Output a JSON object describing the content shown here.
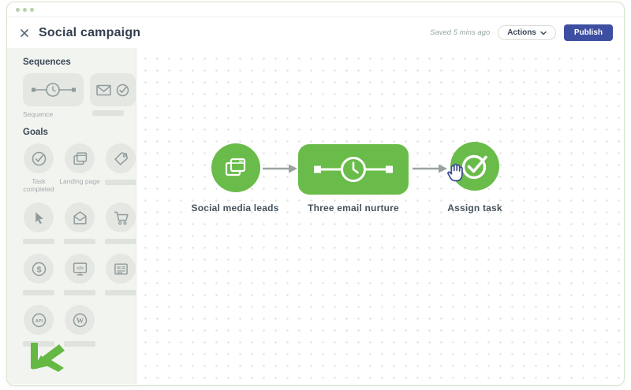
{
  "header": {
    "title": "Social campaign",
    "saved": "Saved 5 mins ago",
    "actions_label": "Actions",
    "publish_label": "Publish"
  },
  "sidebar": {
    "sequences": {
      "header": "Sequences",
      "tiles": [
        {
          "icon": "sequence-timer-icon",
          "label": "Sequence"
        },
        {
          "icon": "email-check-icon",
          "label": ""
        }
      ]
    },
    "goals": {
      "header": "Goals",
      "items": [
        {
          "icon": "task-completed-icon",
          "label": "Task completed"
        },
        {
          "icon": "landing-page-icon",
          "label": "Landing page"
        },
        {
          "icon": "tag-icon",
          "label": ""
        },
        {
          "icon": "cursor-click-icon",
          "label": ""
        },
        {
          "icon": "open-email-icon",
          "label": ""
        },
        {
          "icon": "shopping-cart-icon",
          "label": ""
        },
        {
          "icon": "money-icon",
          "label": ""
        },
        {
          "icon": "code-monitor-icon",
          "label": ""
        },
        {
          "icon": "web-form-icon",
          "label": ""
        },
        {
          "icon": "api-icon",
          "label": ""
        },
        {
          "icon": "wordpress-icon",
          "label": ""
        }
      ]
    },
    "logo": "keap-logo"
  },
  "canvas": {
    "nodes": [
      {
        "type": "circle",
        "icon": "social-pages-icon",
        "label": "Social media leads"
      },
      {
        "type": "rounded-rect",
        "icon": "sequence-timer-icon",
        "label": "Three email nurture"
      },
      {
        "type": "circle",
        "icon": "check-circle-icon",
        "label": "Assign task"
      }
    ],
    "cursor": "hand-cursor"
  },
  "colors": {
    "green": "#6abc4a",
    "publish_indigo": "#3e4fa2",
    "sidebar_bg": "#f2f4f0",
    "tile_gray": "#e5e7e2",
    "icon_gray": "#8f9b9b",
    "text_dark": "#333f4f",
    "muted_text": "#a2adad",
    "window_border": "#d6e4cd",
    "canvas_dot": "#e1e5df",
    "arrow_gray": "#9aa1a1"
  }
}
